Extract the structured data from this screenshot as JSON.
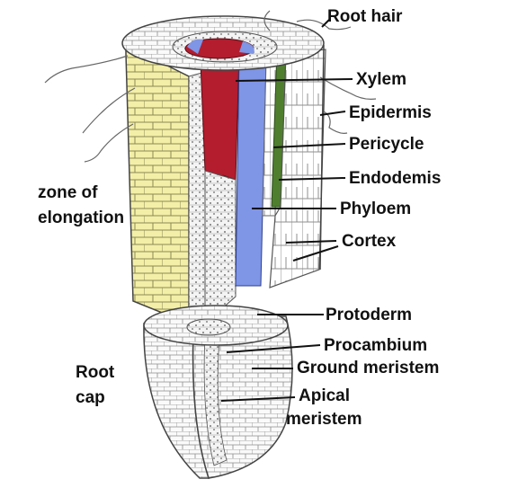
{
  "labels": {
    "root_hair": "Root hair",
    "xylem": "Xylem",
    "epidermis": "Epidermis",
    "pericycle": "Pericycle",
    "endodermis": "Endodemis",
    "phloem": "Phyloem",
    "cortex": "Cortex",
    "zone_line1": "zone of",
    "zone_line2": "elongation",
    "protoderm": "Protoderm",
    "procambium": "Procambium",
    "ground_meristem": "Ground meristem",
    "root_cap_line1": "Root",
    "root_cap_line2": "cap",
    "apical_line1": "Apical",
    "apical_line2": "meristem"
  },
  "colors": {
    "xylem": "#b31d2e",
    "phloem": "#7f95e6",
    "pericycle": "#4f7f2e",
    "epidermis_outer": "#f3efa8",
    "cell_line": "#777777",
    "ink": "#111111"
  }
}
